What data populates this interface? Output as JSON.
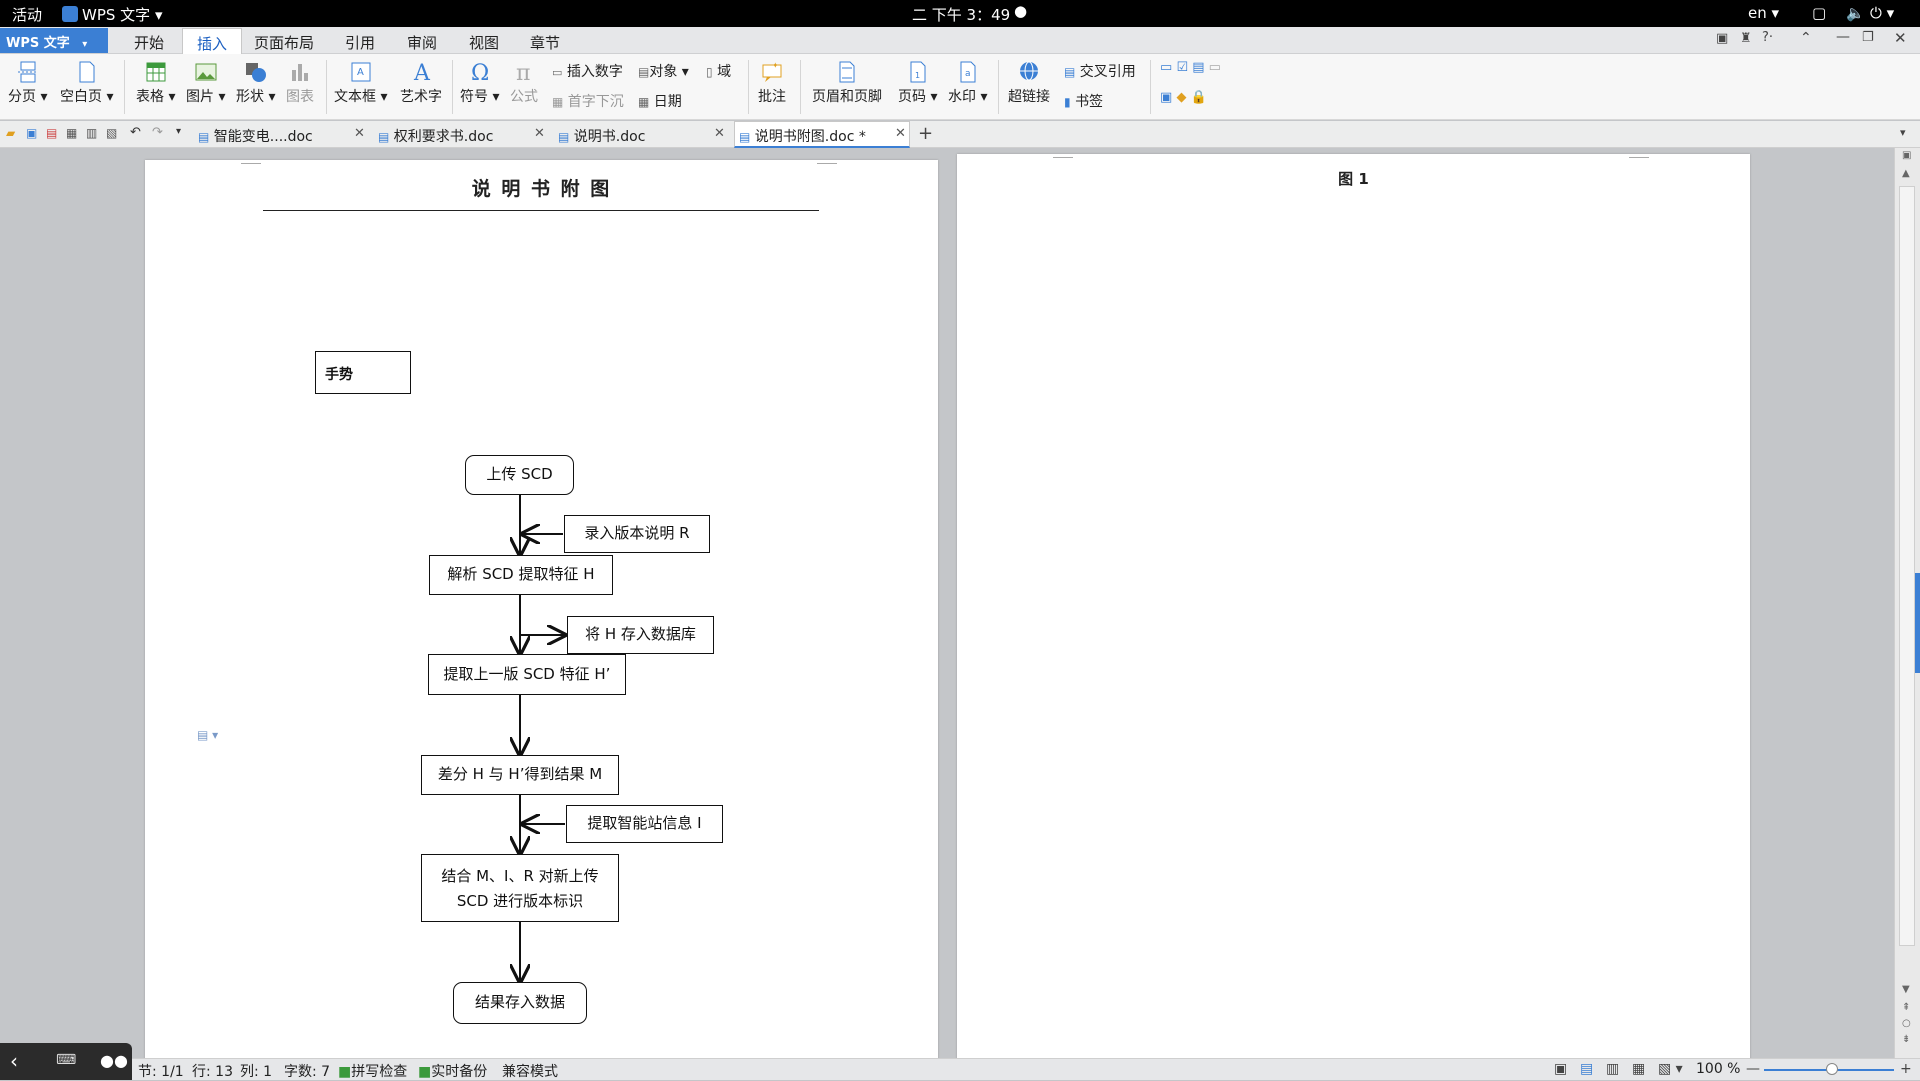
{
  "system_bar": {
    "activities": "活动",
    "app_name": "WPS 文字",
    "clock": "二 下午 3：49",
    "lang": "en"
  },
  "menu": {
    "wps_label": "WPS 文字",
    "tabs": [
      "开始",
      "插入",
      "页面布局",
      "引用",
      "审阅",
      "视图",
      "章节"
    ],
    "active_tab": "插入"
  },
  "ribbon": {
    "page_break": "分页",
    "blank_page": "空白页",
    "table": "表格",
    "picture": "图片",
    "shape": "形状",
    "chart": "图表",
    "textbox": "文本框",
    "wordart": "艺术字",
    "symbol": "符号",
    "formula": "公式",
    "insert_number": "插入数字",
    "object": "对象",
    "field": "域",
    "drop_cap": "首字下沉",
    "date": "日期",
    "comment": "批注",
    "header_footer": "页眉和页脚",
    "page_number": "页码",
    "watermark": "水印",
    "hyperlink": "超链接",
    "cross_ref": "交叉引用",
    "bookmark": "书签"
  },
  "doc_tabs": [
    {
      "label": "智能变电....doc",
      "active": false
    },
    {
      "label": "权利要求书.doc",
      "active": false
    },
    {
      "label": "说明书.doc",
      "active": false
    },
    {
      "label": "说明书附图.doc *",
      "active": true
    }
  ],
  "page1": {
    "title": "说 明 书 附 图",
    "gesture": "手势",
    "flow": {
      "upload": "上传 SCD",
      "enter_version": "录入版本说明 R",
      "parse": "解析 SCD 提取特征 H",
      "store_h": "将 H 存入数据库",
      "extract_prev": "提取上一版 SCD 特征 H’",
      "diff": "差分 H 与 H’得到结果 M",
      "extract_station": "提取智能站信息 I",
      "combine_line1": "结合 M、I、R 对新上传",
      "combine_line2": "SCD 进行版本标识",
      "store_result": "结果存入数据"
    }
  },
  "page2": {
    "caption": "图 1"
  },
  "status": {
    "section": "节: 1/1",
    "line": "行: 13",
    "col": "列: 1",
    "words": "字数: 7",
    "spell": "拼写检查",
    "backup": "实时备份",
    "compat": "兼容模式",
    "zoom": "100 %"
  }
}
